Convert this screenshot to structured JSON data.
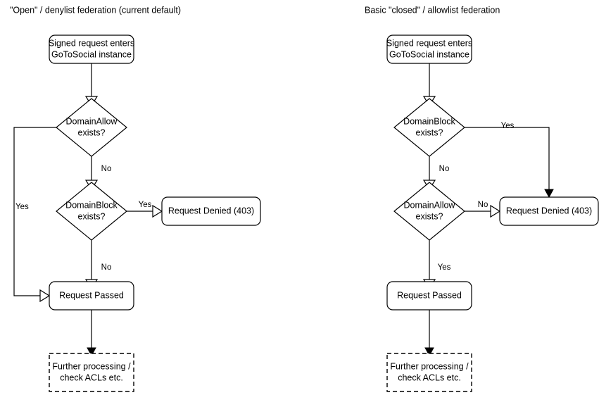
{
  "diagram": {
    "type": "flowchart",
    "background": "#ffffff",
    "stroke_color": "#000000",
    "text_color": "#000000",
    "panels": [
      {
        "id": "open-denylist",
        "title": "\"Open\" / denylist federation (current default)",
        "nodes": [
          {
            "id": "entry",
            "shape": "rounded-rect",
            "lines": [
              "Signed request enters",
              "GoToSocial instance"
            ]
          },
          {
            "id": "domain-allow",
            "shape": "diamond",
            "lines": [
              "DomainAllow",
              "exists?"
            ]
          },
          {
            "id": "domain-block",
            "shape": "diamond",
            "lines": [
              "DomainBlock",
              "exists?"
            ]
          },
          {
            "id": "denied",
            "shape": "rounded-rect",
            "lines": [
              "Request Denied (403)"
            ]
          },
          {
            "id": "passed",
            "shape": "rounded-rect",
            "lines": [
              "Request Passed"
            ]
          },
          {
            "id": "further",
            "shape": "dashed-rect",
            "lines": [
              "Further processing /",
              "check ACLs etc."
            ]
          }
        ],
        "edges": [
          {
            "from": "entry",
            "to": "domain-allow",
            "label": ""
          },
          {
            "from": "domain-allow",
            "to": "passed",
            "label": "Yes"
          },
          {
            "from": "domain-allow",
            "to": "domain-block",
            "label": "No"
          },
          {
            "from": "domain-block",
            "to": "denied",
            "label": "Yes"
          },
          {
            "from": "domain-block",
            "to": "passed",
            "label": "No"
          },
          {
            "from": "passed",
            "to": "further",
            "label": ""
          }
        ]
      },
      {
        "id": "closed-allowlist",
        "title": "Basic \"closed\" / allowlist federation",
        "nodes": [
          {
            "id": "entry",
            "shape": "rounded-rect",
            "lines": [
              "Signed request enters",
              "GoToSocial instance"
            ]
          },
          {
            "id": "domain-block",
            "shape": "diamond",
            "lines": [
              "DomainBlock",
              "exists?"
            ]
          },
          {
            "id": "domain-allow",
            "shape": "diamond",
            "lines": [
              "DomainAllow",
              "exists?"
            ]
          },
          {
            "id": "denied",
            "shape": "rounded-rect",
            "lines": [
              "Request Denied (403)"
            ]
          },
          {
            "id": "passed",
            "shape": "rounded-rect",
            "lines": [
              "Request Passed"
            ]
          },
          {
            "id": "further",
            "shape": "dashed-rect",
            "lines": [
              "Further processing /",
              "check ACLs etc."
            ]
          }
        ],
        "edges": [
          {
            "from": "entry",
            "to": "domain-block",
            "label": ""
          },
          {
            "from": "domain-block",
            "to": "denied",
            "label": "Yes"
          },
          {
            "from": "domain-block",
            "to": "domain-allow",
            "label": "No"
          },
          {
            "from": "domain-allow",
            "to": "denied",
            "label": "No"
          },
          {
            "from": "domain-allow",
            "to": "passed",
            "label": "Yes"
          },
          {
            "from": "passed",
            "to": "further",
            "label": ""
          }
        ]
      }
    ]
  },
  "left": {
    "title": "\"Open\" / denylist federation (current default)",
    "entry_line1": "Signed request enters",
    "entry_line2": "GoToSocial instance",
    "d1_line1": "DomainAllow",
    "d1_line2": "exists?",
    "d2_line1": "DomainBlock",
    "d2_line2": "exists?",
    "denied": "Request Denied (403)",
    "passed": "Request Passed",
    "further_line1": "Further processing /",
    "further_line2": "check ACLs etc.",
    "label_yes_loop": "Yes",
    "label_no_1": "No",
    "label_yes_block": "Yes",
    "label_no_2": "No"
  },
  "right": {
    "title": "Basic \"closed\" / allowlist federation",
    "entry_line1": "Signed request enters",
    "entry_line2": "GoToSocial instance",
    "d1_line1": "DomainBlock",
    "d1_line2": "exists?",
    "d2_line1": "DomainAllow",
    "d2_line2": "exists?",
    "denied": "Request Denied (403)",
    "passed": "Request Passed",
    "further_line1": "Further processing /",
    "further_line2": "check ACLs etc.",
    "label_yes_block": "Yes",
    "label_no_1": "No",
    "label_no_2": "No",
    "label_yes_allow": "Yes"
  }
}
